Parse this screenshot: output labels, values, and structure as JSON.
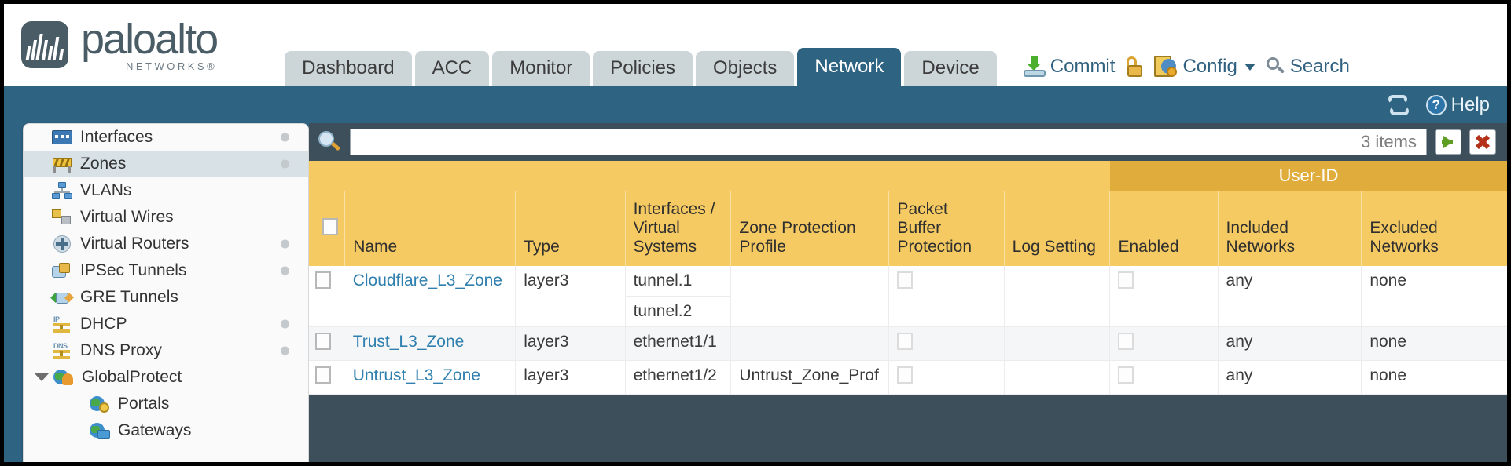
{
  "brand": {
    "name": "paloalto",
    "sub": "NETWORKS®"
  },
  "nav": {
    "tabs": [
      {
        "label": "Dashboard",
        "active": false
      },
      {
        "label": "ACC",
        "active": false
      },
      {
        "label": "Monitor",
        "active": false
      },
      {
        "label": "Policies",
        "active": false
      },
      {
        "label": "Objects",
        "active": false
      },
      {
        "label": "Network",
        "active": true
      },
      {
        "label": "Device",
        "active": false
      }
    ],
    "actions": [
      {
        "label": "Commit",
        "icon": "commit-icon"
      },
      {
        "label": "",
        "icon": "unlock-icon"
      },
      {
        "label": "Config",
        "icon": "config-icon",
        "caret": true
      },
      {
        "label": "Search",
        "icon": "search-icon"
      }
    ]
  },
  "toolbar": {
    "refresh_icon": "refresh-icon",
    "help_label": "Help",
    "help_icon": "help-icon"
  },
  "sidebar": {
    "items": [
      {
        "label": "Interfaces",
        "icon": "interfaces-icon",
        "dot": true,
        "selected": false,
        "level": 0
      },
      {
        "label": "Zones",
        "icon": "zones-icon",
        "dot": true,
        "selected": true,
        "level": 0
      },
      {
        "label": "VLANs",
        "icon": "vlans-icon",
        "dot": false,
        "selected": false,
        "level": 0
      },
      {
        "label": "Virtual Wires",
        "icon": "virtual-wires-icon",
        "dot": false,
        "selected": false,
        "level": 0
      },
      {
        "label": "Virtual Routers",
        "icon": "virtual-routers-icon",
        "dot": true,
        "selected": false,
        "level": 0
      },
      {
        "label": "IPSec Tunnels",
        "icon": "ipsec-tunnels-icon",
        "dot": true,
        "selected": false,
        "level": 0
      },
      {
        "label": "GRE Tunnels",
        "icon": "gre-tunnels-icon",
        "dot": false,
        "selected": false,
        "level": 0
      },
      {
        "label": "DHCP",
        "icon": "dhcp-icon",
        "dot": true,
        "selected": false,
        "level": 0
      },
      {
        "label": "DNS Proxy",
        "icon": "dns-proxy-icon",
        "dot": true,
        "selected": false,
        "level": 0
      },
      {
        "label": "GlobalProtect",
        "icon": "globalprotect-icon",
        "dot": false,
        "selected": false,
        "level": 0,
        "expanded": true
      },
      {
        "label": "Portals",
        "icon": "portals-icon",
        "dot": false,
        "selected": false,
        "level": 1
      },
      {
        "label": "Gateways",
        "icon": "gateways-icon",
        "dot": false,
        "selected": false,
        "level": 1
      }
    ]
  },
  "search": {
    "icon": "magnifier-icon",
    "value": "",
    "placeholder": "",
    "items_count": "3 items",
    "apply_icon": "apply-filter-icon",
    "clear_icon": "clear-filter-icon"
  },
  "table": {
    "group_header": {
      "label": "User-ID",
      "span": 3
    },
    "columns": [
      "Name",
      "Type",
      "Interfaces / Virtual Systems",
      "Zone Protection Profile",
      "Packet Buffer Protection",
      "Log Setting",
      "Enabled",
      "Included Networks",
      "Excluded Networks"
    ],
    "rows": [
      {
        "selected": false,
        "name": "Cloudflare_L3_Zone",
        "type": "layer3",
        "interfaces": [
          "tunnel.1",
          "tunnel.2"
        ],
        "zone_protection_profile": "",
        "packet_buffer_protection": false,
        "log_setting": "",
        "userid_enabled": false,
        "included_networks": "any",
        "excluded_networks": "none"
      },
      {
        "selected": false,
        "name": "Trust_L3_Zone",
        "type": "layer3",
        "interfaces": [
          "ethernet1/1"
        ],
        "zone_protection_profile": "",
        "packet_buffer_protection": false,
        "log_setting": "",
        "userid_enabled": false,
        "included_networks": "any",
        "excluded_networks": "none"
      },
      {
        "selected": false,
        "name": "Untrust_L3_Zone",
        "type": "layer3",
        "interfaces": [
          "ethernet1/2"
        ],
        "zone_protection_profile": "Untrust_Zone_Prof",
        "packet_buffer_protection": false,
        "log_setting": "",
        "userid_enabled": false,
        "included_networks": "any",
        "excluded_networks": "none"
      }
    ]
  },
  "colors": {
    "brand_blue": "#2f6382",
    "header_amber": "#f5ca62",
    "group_amber": "#e0ad3c",
    "link_blue": "#2f7faf",
    "panel_dark": "#3e4f5c"
  }
}
